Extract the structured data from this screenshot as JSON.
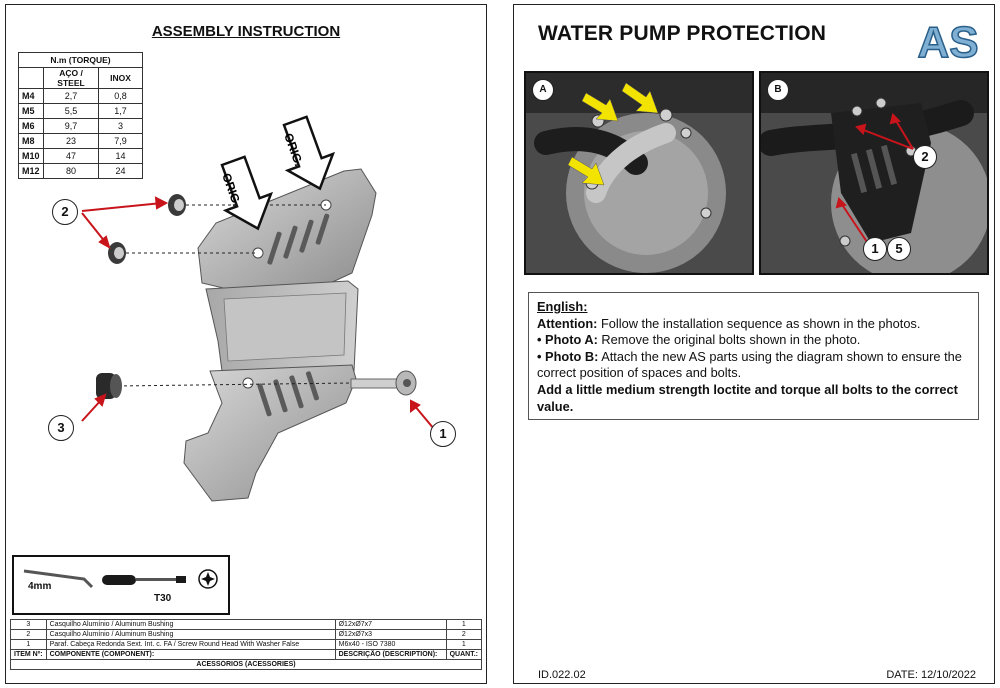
{
  "left": {
    "title": "ASSEMBLY INSTRUCTION",
    "torque_table": {
      "title": "N.m (TORQUE)",
      "col_steel": "AÇO / STEEL",
      "col_inox": "INOX",
      "rows": [
        {
          "size": "M4",
          "steel": "2,7",
          "inox": "0,8"
        },
        {
          "size": "M5",
          "steel": "5,5",
          "inox": "1,7"
        },
        {
          "size": "M6",
          "steel": "9,7",
          "inox": "3"
        },
        {
          "size": "M8",
          "steel": "23",
          "inox": "7,9"
        },
        {
          "size": "M10",
          "steel": "47",
          "inox": "14"
        },
        {
          "size": "M12",
          "steel": "80",
          "inox": "24"
        }
      ]
    },
    "drawing": {
      "orig_label": "ORIG.",
      "callouts": [
        "2",
        "3",
        "1"
      ]
    },
    "tools": {
      "hex_key": "4mm",
      "torx": "T30"
    },
    "bom": {
      "rows": [
        {
          "item": "3",
          "component": "Casquilho Alumínio / Aluminum Bushing",
          "description": "Ø12xØ7x7",
          "quantity": "1"
        },
        {
          "item": "2",
          "component": "Casquilho Alumínio / Aluminum Bushing",
          "description": "Ø12xØ7x3",
          "quantity": "2"
        },
        {
          "item": "1",
          "component": "Paraf. Cabeça Redonda Sext. Int. c. FA / Screw Round Head With Washer False",
          "description": "M6x40 - ISO 7380",
          "quantity": "1"
        }
      ],
      "header": {
        "item": "ITEM Nº:",
        "component": "COMPONENTE (COMPONENT):",
        "description": "DESCRIÇÃO (DESCRIPTION):",
        "quantity": "QUANT.:"
      },
      "footer": "ACESSÓRIOS (ACESSORIES)"
    }
  },
  "right": {
    "title": "WATER PUMP PROTECTION",
    "logo": "AS",
    "photo_a": {
      "tag": "A"
    },
    "photo_b": {
      "tag": "B",
      "numbers": [
        "2",
        "1",
        "5"
      ]
    },
    "instructions": {
      "heading": "English:",
      "attention_label": "Attention:",
      "attention_text": " Follow the installation sequence as shown in the photos.",
      "photo_a_label": "• Photo A:",
      "photo_a_text": " Remove the original bolts shown in the photo.",
      "photo_b_label": "• Photo B:",
      "photo_b_text": " Attach the new AS parts using the diagram shown to ensure the correct position of spaces and bolts.",
      "final_text": "Add a little medium strength loctite and torque all bolts to the correct value."
    },
    "doc_id": "ID.022.02",
    "date": "DATE: 12/10/2022"
  }
}
